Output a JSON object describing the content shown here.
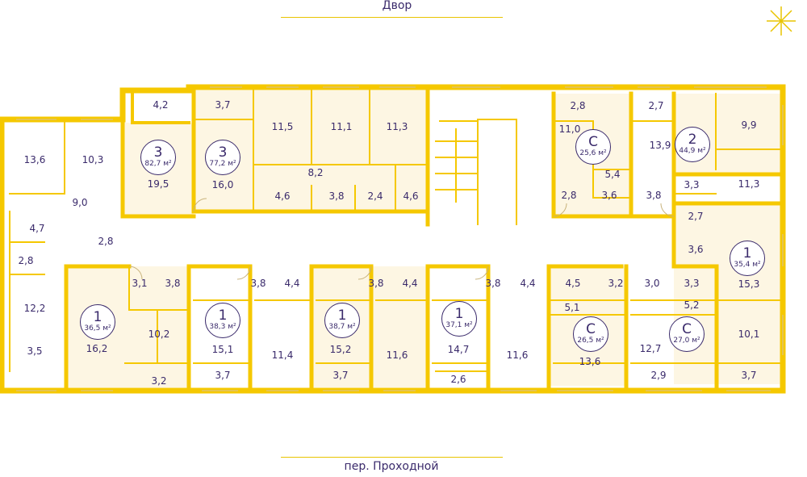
{
  "streets": {
    "top": "Двор",
    "bottom": "пер. Проходной"
  },
  "colors": {
    "wall": "#f5c800",
    "apartment_fill": "#fdf6e3",
    "ink": "#3a2a6b"
  },
  "icons": {
    "compass": "compass-icon"
  },
  "apartments": [
    {
      "rooms": "3",
      "area": "82,7 м²"
    },
    {
      "rooms": "3",
      "area": "77,2 м²"
    },
    {
      "rooms": "С",
      "area": "25,6 м²"
    },
    {
      "rooms": "2",
      "area": "44,9 м²"
    },
    {
      "rooms": "1",
      "area": "35,4 м²"
    },
    {
      "rooms": "1",
      "area": "36,5 м²"
    },
    {
      "rooms": "1",
      "area": "38,3 м²"
    },
    {
      "rooms": "1",
      "area": "38,7 м²"
    },
    {
      "rooms": "1",
      "area": "37,1 м²"
    },
    {
      "rooms": "С",
      "area": "26,5 м²"
    },
    {
      "rooms": "С",
      "area": "27,0 м²"
    }
  ],
  "room_areas": [
    "4,2",
    "13,6",
    "10,3",
    "19,5",
    "9,0",
    "4,7",
    "2,8",
    "2,8",
    "12,2",
    "3,5",
    "3,7",
    "16,0",
    "11,5",
    "8,2",
    "4,6",
    "11,1",
    "3,8",
    "11,3",
    "2,4",
    "4,6",
    "2,8",
    "11,0",
    "5,4",
    "2,8",
    "3,6",
    "2,7",
    "13,9",
    "9,9",
    "3,8",
    "3,3",
    "11,3",
    "2,7",
    "3,6",
    "15,3",
    "3,1",
    "3,8",
    "16,2",
    "10,2",
    "3,2",
    "3,8",
    "4,4",
    "15,1",
    "11,4",
    "3,7",
    "3,8",
    "4,4",
    "15,2",
    "11,6",
    "3,7",
    "3,8",
    "4,4",
    "14,7",
    "11,6",
    "2,6",
    "4,5",
    "3,2",
    "5,1",
    "13,6",
    "3,0",
    "3,3",
    "5,2",
    "12,7",
    "2,9",
    "10,1",
    "3,7"
  ]
}
